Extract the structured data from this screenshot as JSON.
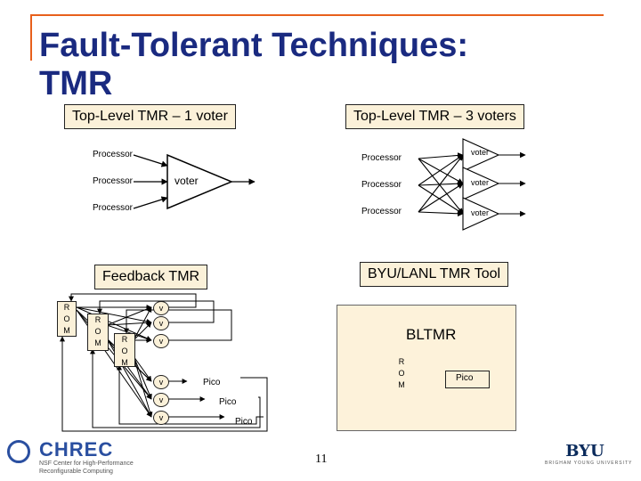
{
  "title": {
    "line1": "Fault-Tolerant Techniques:",
    "line2": "TMR"
  },
  "sections": {
    "one_voter": "Top-Level TMR – 1 voter",
    "three_voters": "Top-Level TMR – 3 voters",
    "feedback": "Feedback TMR",
    "bltmr_tool": "BYU/LANL TMR Tool"
  },
  "one_voter": {
    "processors": [
      "Processor",
      "Processor",
      "Processor"
    ],
    "voter": "voter"
  },
  "three_voters": {
    "processors": [
      "Processor",
      "Processor",
      "Processor"
    ],
    "voters": [
      "voter",
      "voter",
      "voter"
    ]
  },
  "feedback": {
    "rom_letters": [
      "R",
      "O",
      "M"
    ],
    "voters": [
      "v",
      "v",
      "v",
      "v",
      "v",
      "v"
    ],
    "picos": [
      "Pico",
      "Pico",
      "Pico"
    ]
  },
  "bltmr": {
    "label": "BLTMR",
    "rom_letters": [
      "R",
      "O",
      "M"
    ],
    "pico": "Pico"
  },
  "footer": {
    "logo_name": "CHREC",
    "logo_line1": "NSF Center for High-Performance",
    "logo_line2": "Reconfigurable Computing",
    "page_number": "11",
    "byu": "BYU",
    "byu_sub": "BRIGHAM YOUNG UNIVERSITY"
  },
  "colors": {
    "title": "#1a2a80",
    "accent_line": "#e8601c",
    "fill": "#fbf1d9",
    "logo_blue": "#2a4fa0"
  }
}
